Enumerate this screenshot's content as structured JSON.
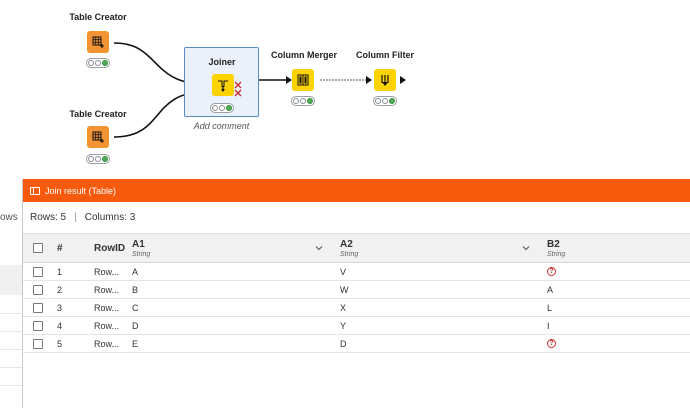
{
  "workflow": {
    "nodes": [
      {
        "id": "tc1",
        "title": "Table Creator",
        "icon": "table-creator-icon"
      },
      {
        "id": "tc2",
        "title": "Table Creator",
        "icon": "table-creator-icon"
      },
      {
        "id": "joiner",
        "title": "Joiner",
        "icon": "joiner-icon"
      },
      {
        "id": "merger",
        "title": "Column Merger",
        "icon": "column-merger-icon"
      },
      {
        "id": "filter",
        "title": "Column Filter",
        "icon": "column-filter-icon"
      }
    ],
    "add_comment": "Add comment",
    "colors": {
      "source_node": "#f39332",
      "manipulator_node": "#fcd200",
      "status_ok": "#4caf50"
    }
  },
  "left_panel": {
    "partial_label": "ows"
  },
  "table_window": {
    "title": "Join result (Table)",
    "accent": "#f7590d",
    "rows_label": "Rows: 5",
    "columns_label": "Columns: 3",
    "separator": "|",
    "header": {
      "index": "#",
      "rowid": "RowID",
      "columns": [
        {
          "name": "A1",
          "type": "String"
        },
        {
          "name": "A2",
          "type": "String"
        },
        {
          "name": "B2",
          "type": "String"
        }
      ]
    },
    "rows": [
      {
        "index": "1",
        "rowid": "Row...",
        "a1": "A",
        "a2": "V",
        "b2": "?"
      },
      {
        "index": "2",
        "rowid": "Row...",
        "a1": "B",
        "a2": "W",
        "b2": "A"
      },
      {
        "index": "3",
        "rowid": "Row...",
        "a1": "C",
        "a2": "X",
        "b2": "L"
      },
      {
        "index": "4",
        "rowid": "Row...",
        "a1": "D",
        "a2": "Y",
        "b2": "I"
      },
      {
        "index": "5",
        "rowid": "Row...",
        "a1": "E",
        "a2": "D",
        "b2": "?"
      }
    ],
    "missing_value_symbol": "?"
  }
}
